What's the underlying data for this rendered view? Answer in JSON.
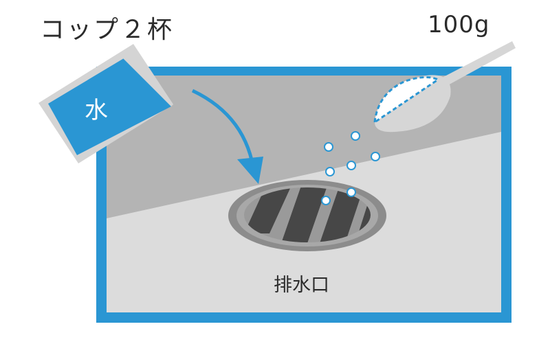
{
  "labels": {
    "water_amount": "コップ２杯",
    "baking_soda_amount": "100g",
    "water": "水",
    "drain": "排水口"
  },
  "colors": {
    "frame_blue": "#2a96d3",
    "floor_light": "#dcdcdc",
    "floor_dark": "#b4b4b4",
    "drain_outer": "#8c8c8c",
    "drain_ring": "#a8a8a8",
    "drain_slot": "#474747",
    "powder_dot_outline": "#2a96d3",
    "spoon_gray": "#d6d6d6",
    "text": "#2b2b2b"
  },
  "icons": [
    "water-cup-icon",
    "pour-arrow-icon",
    "spoon-icon",
    "drain-grate-icon",
    "powder-particles"
  ]
}
